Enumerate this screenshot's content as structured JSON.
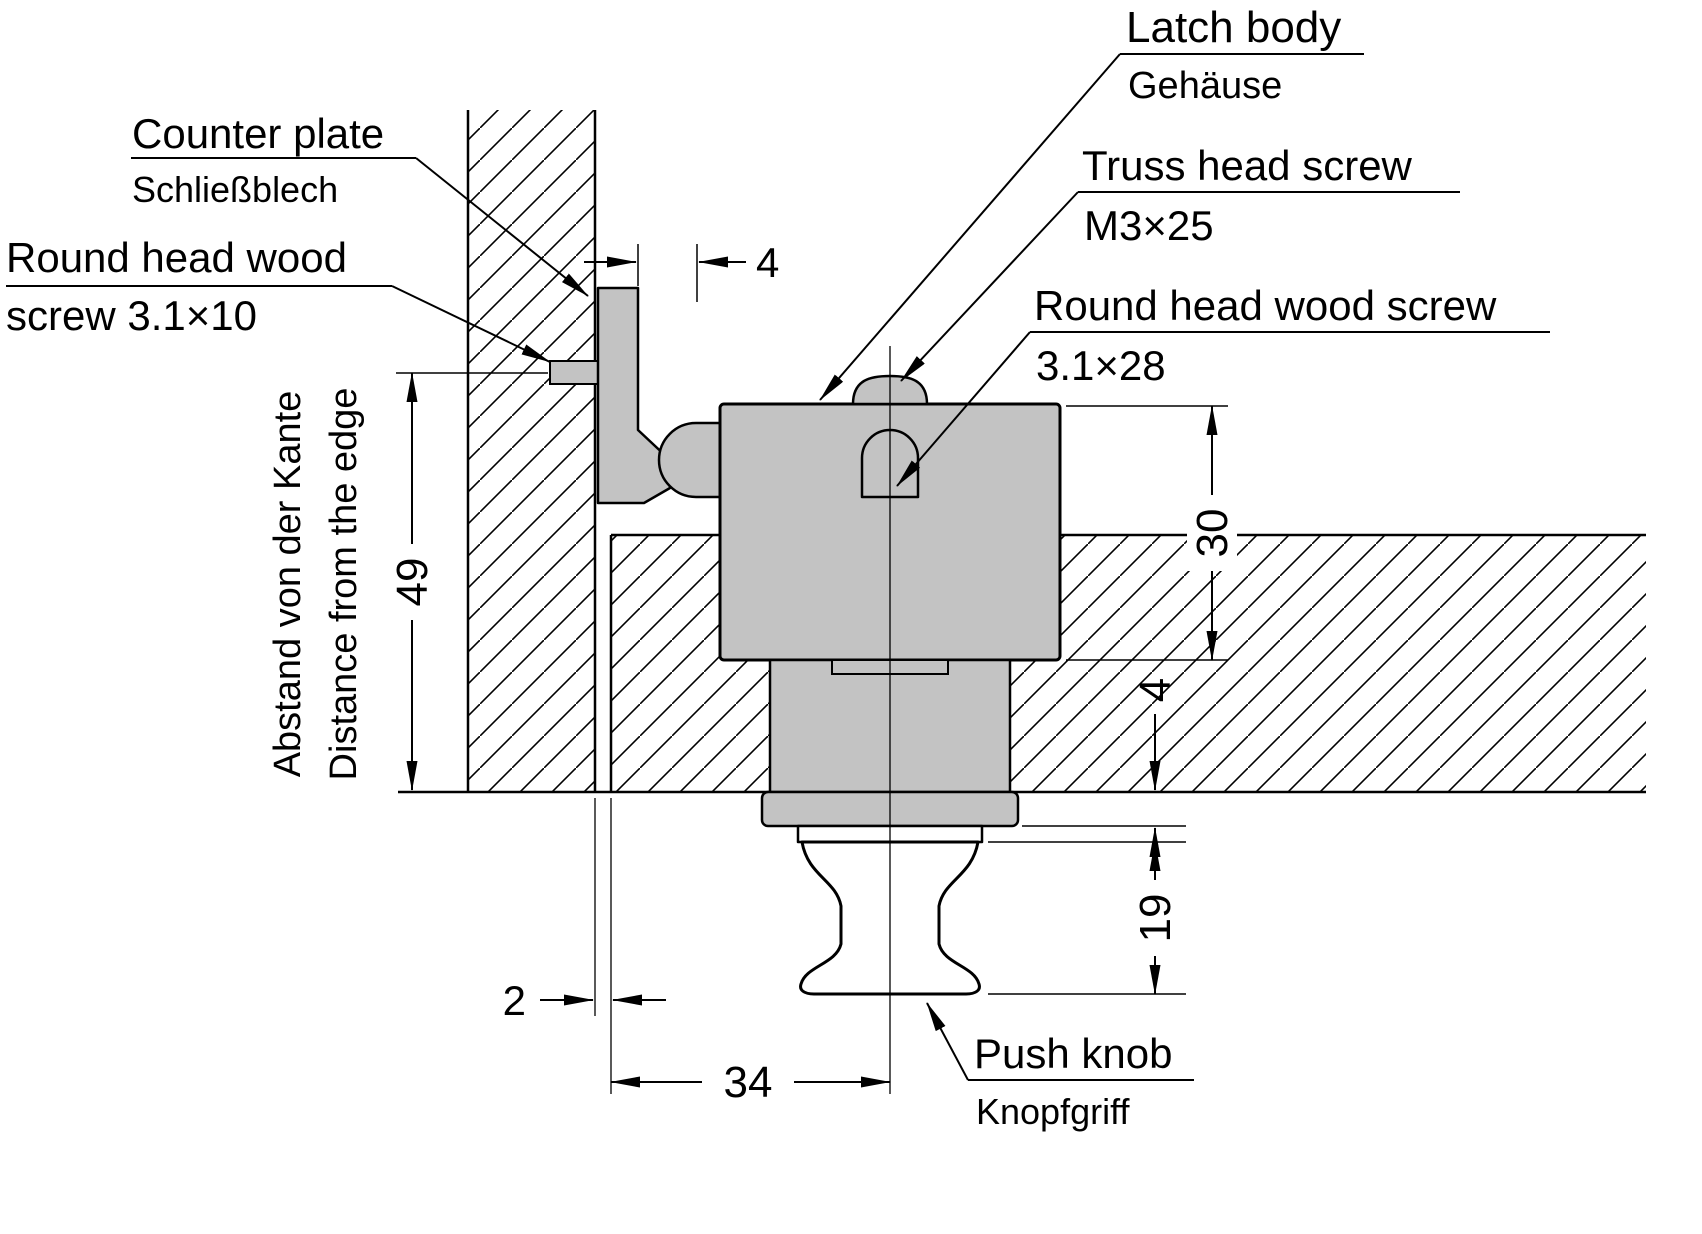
{
  "labels": {
    "counter_plate": {
      "en": "Counter plate",
      "de": "Schließblech"
    },
    "round_head_wood_screw_small": {
      "line1": "Round head wood",
      "line2": "screw 3.1×10"
    },
    "latch_body": {
      "en": "Latch body",
      "de": "Gehäuse"
    },
    "truss_head_screw": {
      "en": "Truss head screw",
      "spec": "M3×25"
    },
    "round_head_wood_screw_large": {
      "en": "Round head wood screw",
      "spec": "3.1×28"
    },
    "push_knob": {
      "en": "Push knob",
      "de": "Knopfgriff"
    },
    "edge_distance_note": {
      "de": "Abstand von der Kante",
      "en": "Distance from the edge"
    }
  },
  "dimensions": {
    "plate_gap": "4",
    "edge_distance": "49",
    "body_height": "30",
    "flange_thickness": "4",
    "knob_height": "19",
    "panel_clearance": "2",
    "center_offset": "34"
  },
  "colors": {
    "part_fill": "#c3c3c3",
    "line": "#000000",
    "background": "#ffffff"
  }
}
